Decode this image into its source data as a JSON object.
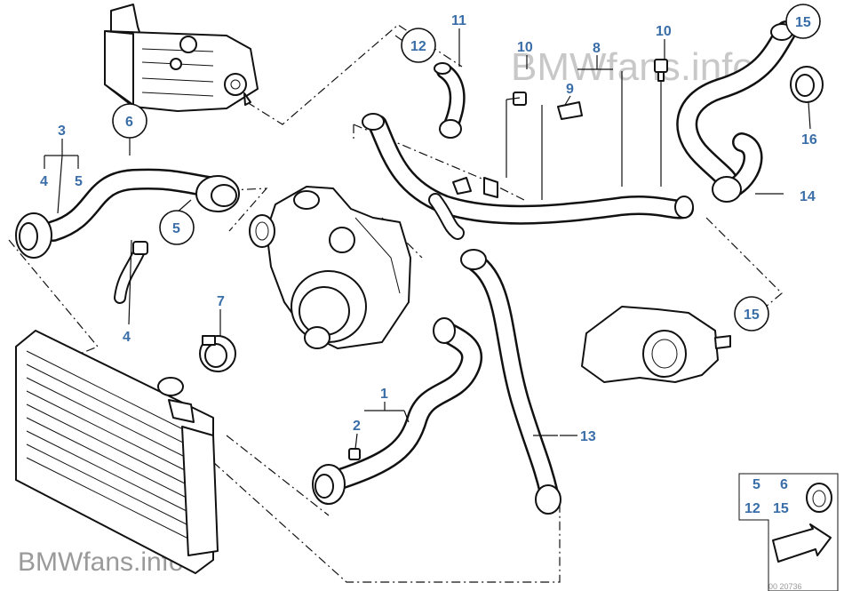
{
  "watermark_top": "BMWfans.info",
  "watermark_bottom": "BMWfans.info",
  "footer_code": "00 20736",
  "colors": {
    "label": "#3a6ea8",
    "line": "#111111",
    "watermark": "#c8c8c8"
  },
  "callouts": {
    "p1": "1",
    "p2": "2",
    "p3": "3",
    "p4a": "4",
    "p5a": "5",
    "p4b": "4",
    "p5b": "5",
    "p6": "6",
    "p7": "7",
    "p8": "8",
    "p9": "9",
    "p10a": "10",
    "p10b": "10",
    "p11": "11",
    "p12": "12",
    "p13": "13",
    "p14": "14",
    "p15a": "15",
    "p15b": "15",
    "p16": "16"
  },
  "kit": {
    "k5": "5",
    "k6": "6",
    "k12": "12",
    "k15": "15"
  }
}
